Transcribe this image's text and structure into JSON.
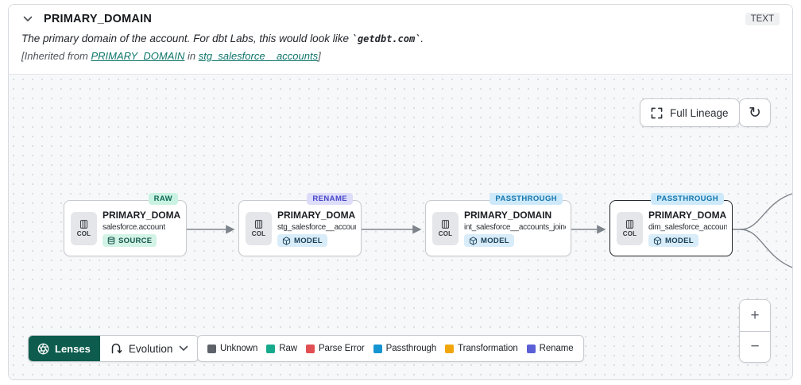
{
  "header": {
    "title": "PRIMARY_DOMAIN",
    "type_badge": "TEXT",
    "description": {
      "prefix": "The primary domain of the account. For dbt Labs, this would look like ",
      "code": "`getdbt.com`",
      "suffix": "."
    },
    "inherited": {
      "prefix": "[Inherited from ",
      "column_link": "PRIMARY_DOMAIN",
      "middle": " in ",
      "model_link": "stg_salesforce__accounts",
      "suffix": "]"
    }
  },
  "toolbar": {
    "full_lineage": "Full Lineage",
    "refresh_glyph": "↻"
  },
  "nodes": [
    {
      "type_badge": "RAW",
      "title": "PRIMARY_DOMAIN__C",
      "subtitle": "salesforce.account",
      "resource": "SOURCE",
      "col": "COL"
    },
    {
      "type_badge": "RENAME",
      "title": "PRIMARY_DOMAIN",
      "subtitle": "stg_salesforce__accounts",
      "resource": "MODEL",
      "col": "COL"
    },
    {
      "type_badge": "PASSTHROUGH",
      "title": "PRIMARY_DOMAIN",
      "subtitle": "int_salesforce__accounts_joined",
      "resource": "MODEL",
      "col": "COL"
    },
    {
      "type_badge": "PASSTHROUGH",
      "title": "PRIMARY_DOMAIN",
      "subtitle": "dim_salesforce_accounts",
      "resource": "MODEL",
      "col": "COL"
    }
  ],
  "footer": {
    "lenses_label": "Lenses",
    "evolution_label": "Evolution",
    "legend": [
      {
        "label": "Unknown",
        "color": "#5d6269"
      },
      {
        "label": "Raw",
        "color": "#17a98c"
      },
      {
        "label": "Parse Error",
        "color": "#e14f52"
      },
      {
        "label": "Passthrough",
        "color": "#1494d1"
      },
      {
        "label": "Transformation",
        "color": "#f2a60d"
      },
      {
        "label": "Rename",
        "color": "#5a5fd6"
      }
    ]
  },
  "zoom": {
    "in": "+",
    "out": "−"
  },
  "colors": {
    "accent_teal": "#0d5c4d",
    "link_teal": "#0e756b",
    "canvas_bg": "#f7f8fa",
    "edge": "#7e848b"
  }
}
